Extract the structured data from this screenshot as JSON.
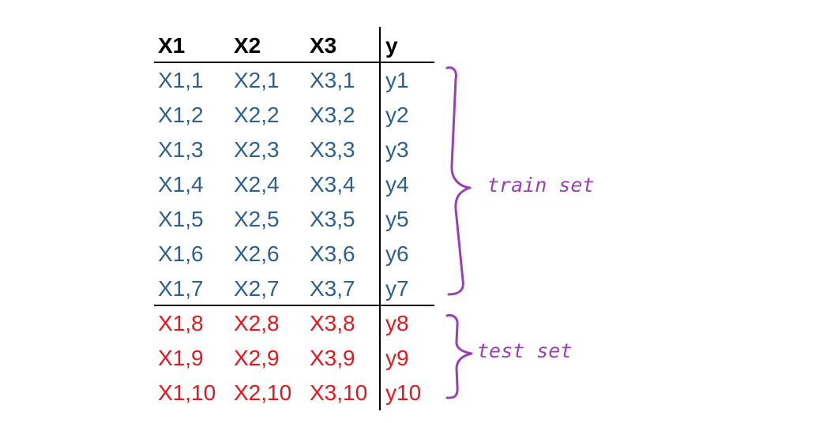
{
  "header": {
    "columns": [
      "X1",
      "X2",
      "X3",
      "y"
    ]
  },
  "train_rows": [
    [
      "X1,1",
      "X2,1",
      "X3,1",
      "y1"
    ],
    [
      "X1,2",
      "X2,2",
      "X3,2",
      "y2"
    ],
    [
      "X1,3",
      "X2,3",
      "X3,3",
      "y3"
    ],
    [
      "X1,4",
      "X2,4",
      "X3,4",
      "y4"
    ],
    [
      "X1,5",
      "X2,5",
      "X3,5",
      "y5"
    ],
    [
      "X1,6",
      "X2,6",
      "X3,6",
      "y6"
    ],
    [
      "X1,7",
      "X2,7",
      "X3,7",
      "y7"
    ]
  ],
  "test_rows": [
    [
      "X1,8",
      "X2,8",
      "X3,8",
      "y8"
    ],
    [
      "X1,9",
      "X2,9",
      "X3,9",
      "y9"
    ],
    [
      "X1,10",
      "X2,10",
      "X3,10",
      "y10"
    ]
  ],
  "annotations": {
    "train_label": "train set",
    "test_label": "test set"
  },
  "colors": {
    "train_text": "#2d5f8f",
    "test_text": "#e8161b",
    "brace": "#9b3fb5",
    "rule": "#000000"
  }
}
